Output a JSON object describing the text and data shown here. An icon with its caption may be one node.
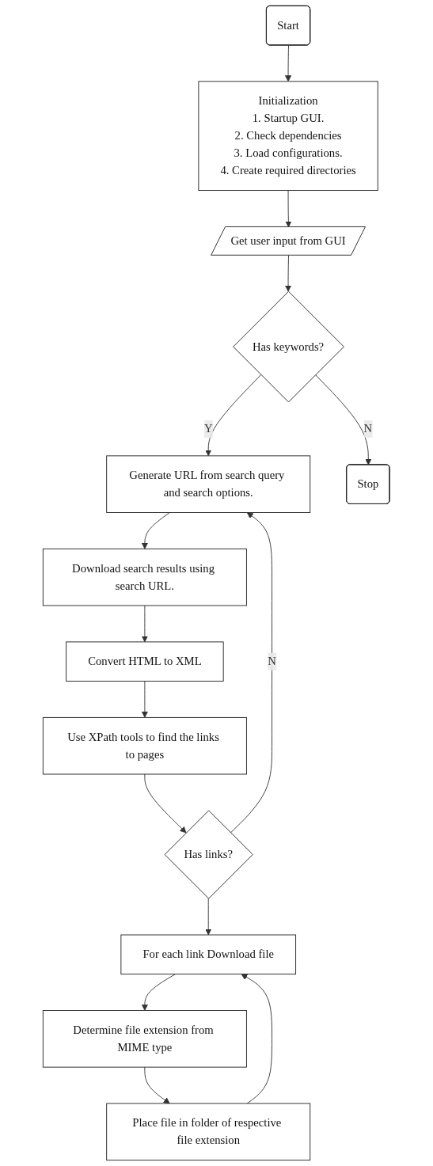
{
  "diagram": {
    "nodes": [
      {
        "text": [
          "Start"
        ]
      },
      {
        "text": [
          "Initialization",
          "1. Startup GUI.",
          "2. Check dependencies",
          "3. Load configurations.",
          "4. Create required directories"
        ]
      },
      {
        "text": [
          "Get user input from GUI"
        ]
      },
      {
        "text": [
          "Has keywords?"
        ]
      },
      {
        "text": [
          "Generate URL from search query and search options."
        ]
      },
      {
        "text": [
          "Download search results using search URL."
        ]
      },
      {
        "text": [
          "Convert HTML to XML"
        ]
      },
      {
        "text": [
          "Use XPath tools to find the links to pages"
        ]
      },
      {
        "text": [
          "Has links?"
        ]
      },
      {
        "text": [
          "For each link Download  file"
        ]
      },
      {
        "text": [
          "Determine file extension from MIME type"
        ]
      },
      {
        "text": [
          "Place file in folder of respective file extension"
        ]
      },
      {
        "text": [
          "Stop"
        ]
      }
    ],
    "edges": [
      {
        "from": 0,
        "to": 1,
        "arrow": "to"
      },
      {
        "from": 1,
        "to": 2,
        "arrow": "to"
      },
      {
        "from": 2,
        "to": 3,
        "arrow": "to"
      },
      {
        "from": 3,
        "to": 12,
        "arrow": "to",
        "label": "N"
      },
      {
        "from": 3,
        "to": 4,
        "arrow": "to",
        "label": "Y"
      },
      {
        "from": 4,
        "to": 5,
        "arrow": "to"
      },
      {
        "from": 5,
        "to": 6,
        "arrow": "to"
      },
      {
        "from": 6,
        "to": 7,
        "arrow": "to"
      },
      {
        "from": 7,
        "to": 8,
        "arrow": "to"
      },
      {
        "from": 8,
        "to": 4,
        "arrow": "to",
        "label": "N"
      },
      {
        "from": 8,
        "to": 9,
        "arrow": "to"
      },
      {
        "from": 9,
        "to": 10,
        "arrow": "to"
      },
      {
        "from": 10,
        "to": 11,
        "arrow": "to"
      },
      {
        "from": 11,
        "to": 9,
        "arrow": "to"
      }
    ]
  }
}
